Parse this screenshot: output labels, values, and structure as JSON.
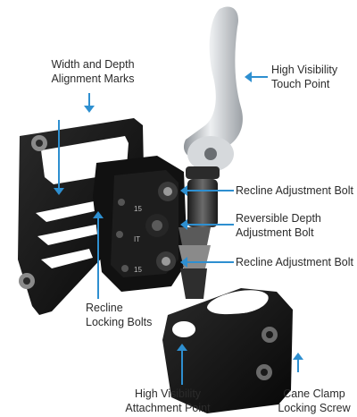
{
  "colors": {
    "callout": "#2e8fd0",
    "label_text": "#2b2b2b",
    "part_black": "#141414",
    "part_silver": "#cfd3d6"
  },
  "labels": {
    "width_depth_marks": [
      "Width and Depth",
      "Alignment Marks"
    ],
    "high_visibility_touch": [
      "High Visibility",
      "Touch Point"
    ],
    "recline_adjust_top": [
      "Recline Adjustment Bolt"
    ],
    "reversible_depth": [
      "Reversible Depth",
      "Adjustment Bolt"
    ],
    "recline_adjust_bottom": [
      "Recline Adjustment Bolt"
    ],
    "recline_locking": [
      "Recline",
      "Locking Bolts"
    ],
    "high_visibility_attach": [
      "High Visibility",
      "Attachment Point"
    ],
    "cane_clamp": [
      "Cane Clamp",
      "Locking Screw"
    ]
  },
  "engraved": [
    "15",
    "IT",
    "15"
  ]
}
